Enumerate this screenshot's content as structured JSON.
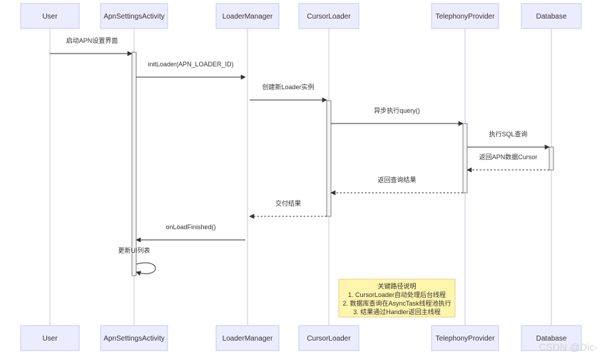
{
  "participants": [
    {
      "id": "user",
      "label": "User"
    },
    {
      "id": "apnsettings",
      "label": "ApnSettingsActivity"
    },
    {
      "id": "loadermanager",
      "label": "LoaderManager"
    },
    {
      "id": "cursorloader",
      "label": "CursorLoader"
    },
    {
      "id": "telephony",
      "label": "TelephonyProvider"
    },
    {
      "id": "database",
      "label": "Database"
    }
  ],
  "messages": [
    {
      "from": "user",
      "to": "apnsettings",
      "label": "启动APN设置界面",
      "dashed": false
    },
    {
      "from": "apnsettings",
      "to": "loadermanager",
      "label": "initLoader(APN_LOADER_ID)",
      "dashed": false
    },
    {
      "from": "loadermanager",
      "to": "cursorloader",
      "label": "创建新Loader实例",
      "dashed": false
    },
    {
      "from": "cursorloader",
      "to": "telephony",
      "label": "异步执行query()",
      "dashed": false
    },
    {
      "from": "telephony",
      "to": "database",
      "label": "执行SQL查询",
      "dashed": false
    },
    {
      "from": "database",
      "to": "telephony",
      "label": "返回APN数据Cursor",
      "dashed": true
    },
    {
      "from": "telephony",
      "to": "cursorloader",
      "label": "返回查询结果",
      "dashed": true
    },
    {
      "from": "cursorloader",
      "to": "loadermanager",
      "label": "交付结果",
      "dashed": true
    },
    {
      "from": "loadermanager",
      "to": "apnsettings",
      "label": "onLoadFinished()",
      "dashed": false
    },
    {
      "from": "apnsettings",
      "to": "apnsettings",
      "label": "更新UI列表",
      "dashed": false
    }
  ],
  "note": {
    "lines": [
      "关键路径说明",
      "1. CursorLoader自动处理后台线程",
      "2. 数据库查询在AsyncTask线程池执行",
      "3. 结果通过Handler返回主线程"
    ]
  },
  "watermark": "CSDN @Dic-",
  "colors": {
    "actor_fill": "#ececff",
    "actor_border": "#c8c8f0",
    "lifeline": "#c7c7ea",
    "note_fill": "#fff5ad",
    "note_border": "#e6d280",
    "text": "#333333"
  }
}
